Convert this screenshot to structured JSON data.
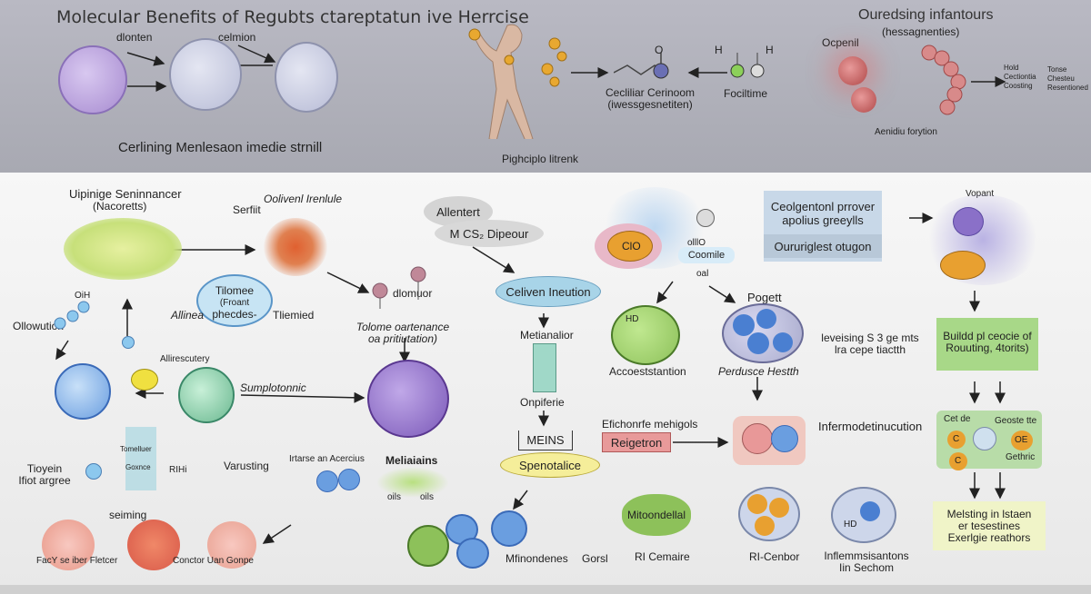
{
  "top": {
    "title": "Molecular Benefits of Regubts ctareptatun ive Herrcise",
    "right_title": "Ouredsing infantours",
    "right_subtitle": "(hessagnenties)",
    "left_caption": "Cerlining Menlesaon imedie strnill",
    "center_caption": "Pighciplo litrenk",
    "label_dlonten": "dlonten",
    "label_celmion": "celmion",
    "cellular_label_1": "Cecliliar Cerinoom",
    "cellular_label_2": "(iwessgesnetiten)",
    "molecule_o": "O",
    "molecule_h1": "H",
    "molecule_h2": "H",
    "molecule_label": "Fociltime",
    "label_ocpenil": "Ocpenil",
    "label_aenidiu": "Aenidiu forytion",
    "tiny_1": "Hold",
    "tiny_2": "Cectiontia",
    "tiny_3": "Coosting",
    "tiny_4": "Tonse",
    "tiny_5": "Chesteu",
    "tiny_6": "Resentioned"
  },
  "bottom": {
    "upper_left_title": "Uipinige Seninnancer",
    "upper_left_sub": "(Nacoretts)",
    "olivant": "Oolivenl Irenlule",
    "serfiit": "Serfiit",
    "tilomee_1": "Tilomee",
    "tilomee_2": "(Froant",
    "tilomee_3": "phecdes-",
    "allinea": "Allinea",
    "tliemied": "Tliemied",
    "oil": "OiH",
    "ollowution": "Ollowution",
    "allirescutery": "Allirescutery",
    "sumplotonnic": "Sumplotonnic",
    "tolome_1": "Tolome oartenance",
    "tolome_2": "oa pritiutation)",
    "dlomuor": "dlomuor",
    "tomelluer": "Tomelluer",
    "goxnce": "Goxnce",
    "rihi": "RIHi",
    "varusting": "Varusting",
    "tioyein_1": "Tioyein",
    "tioyein_2": "Ifiot argree",
    "seiming": "seiming",
    "facy": "FacY se iber Fletcer",
    "conctor": "Conctor Uan Gonpe",
    "irtarse": "Irtarse an Acercius",
    "meliaiains": "Meliaiains",
    "oils_1": "oils",
    "oils_2": "oils",
    "allentert": "Allentert",
    "mcs": "M CS₂ Dipeour",
    "celiven": "Celiven Ineution",
    "metianalior": "Metianalior",
    "onpiterie": "Onpiferie",
    "meins": "MEINS",
    "spenotalice": "Spenotalice",
    "mfinondenes": "Mfinondenes",
    "gorsl": "Gorsl",
    "ceolgentonl_1": "Ceolgentonl prrover",
    "ceolgentonl_2": "apolius greeylls",
    "oururiglest": "Oururiglest otugon",
    "clo": "ClO",
    "ollo": "olllO",
    "coomile": "Coomile",
    "oal": "oal",
    "pogett": "Pogett",
    "hd": "HD",
    "accoeststantion": "Accoeststantion",
    "perdusce": "Perdusce Hestth",
    "leveising_1": "leveising S 3 ge mts",
    "leveising_2": "lra cepe tiactth",
    "vopant": "Vopant",
    "buildd_1": "Buildd pl ceocie of",
    "buildd_2": "Rouuting, 4torits)",
    "efichon": "Efichonrfe mehigols",
    "reigetron": "Reigetron",
    "infermodet": "Infermodetinucution",
    "cetde": "Cet de",
    "geoste": "Geoste tte",
    "oc_1": "C",
    "oc_2": "OE",
    "oc_3": "C",
    "gethric": "Gethric",
    "melsting_1": "Melsting in lstaen",
    "melsting_2": "er tesestines",
    "melsting_3": "Exerlgie reathors",
    "mitoondellal": "Mitoondellal",
    "ri_cemaire": "RI Cemaire",
    "ri_cenbor": "RI-Cenbor",
    "inflemm_1": "Inflemmsisantons",
    "inflemm_2": "Iin Sechom",
    "hd2": "HD"
  },
  "colors": {
    "purple": "#a78bd0",
    "green": "#8dc15a",
    "blue": "#4a7fd1",
    "orange": "#e8a030",
    "red": "#d84a4a",
    "yellow_box": "#f5ee9a",
    "teal_box": "#9fd3e0"
  }
}
